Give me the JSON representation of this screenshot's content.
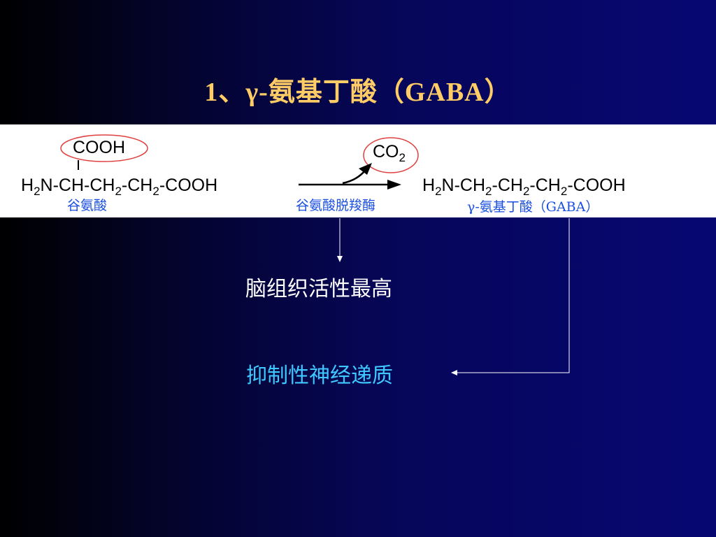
{
  "slide": {
    "title": "1、γ-氨基丁酸（GABA）"
  },
  "reaction": {
    "substrate_group": "COOH",
    "substrate_h": "H",
    "substrate_main": "N-CH-CH",
    "substrate_mid": "-CH",
    "substrate_tail": "-COOH",
    "sub2": "2",
    "co2": "CO",
    "product_h": "H",
    "product_a": "N-CH",
    "product_b": "-CH",
    "product_c": "-CH",
    "product_tail": "-COOH",
    "substrate_label": "谷氨酸",
    "enzyme_label": "谷氨酸脱羧酶",
    "product_label": "γ-氨基丁酸（GABA）"
  },
  "notes": {
    "activity": "脑组织活性最高",
    "function": "抑制性神经递质"
  },
  "colors": {
    "title": "#ffcc66",
    "label_blue": "#1a4fe0",
    "function_cyan": "#3ec8ff",
    "circle_red": "#e04040"
  }
}
